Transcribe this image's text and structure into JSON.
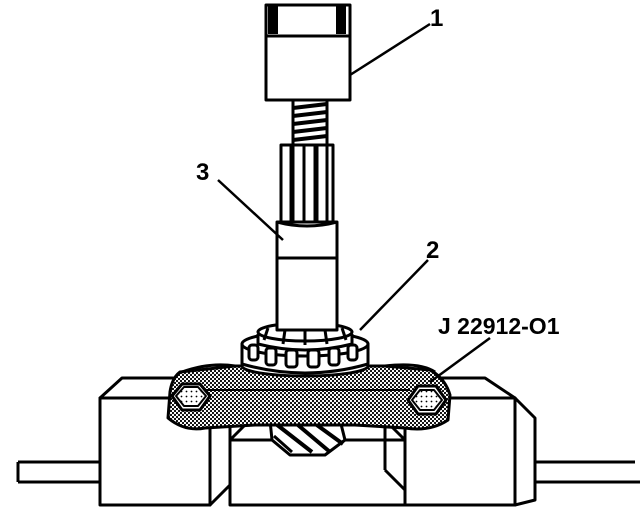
{
  "callouts": [
    {
      "id": "1",
      "text": "1"
    },
    {
      "id": "2",
      "text": "2"
    },
    {
      "id": "3",
      "text": "3"
    }
  ],
  "tool_label": "J 22912-O1",
  "colors": {
    "ink": "#000000",
    "paper": "#ffffff",
    "halftone": "#7a7a7a"
  }
}
